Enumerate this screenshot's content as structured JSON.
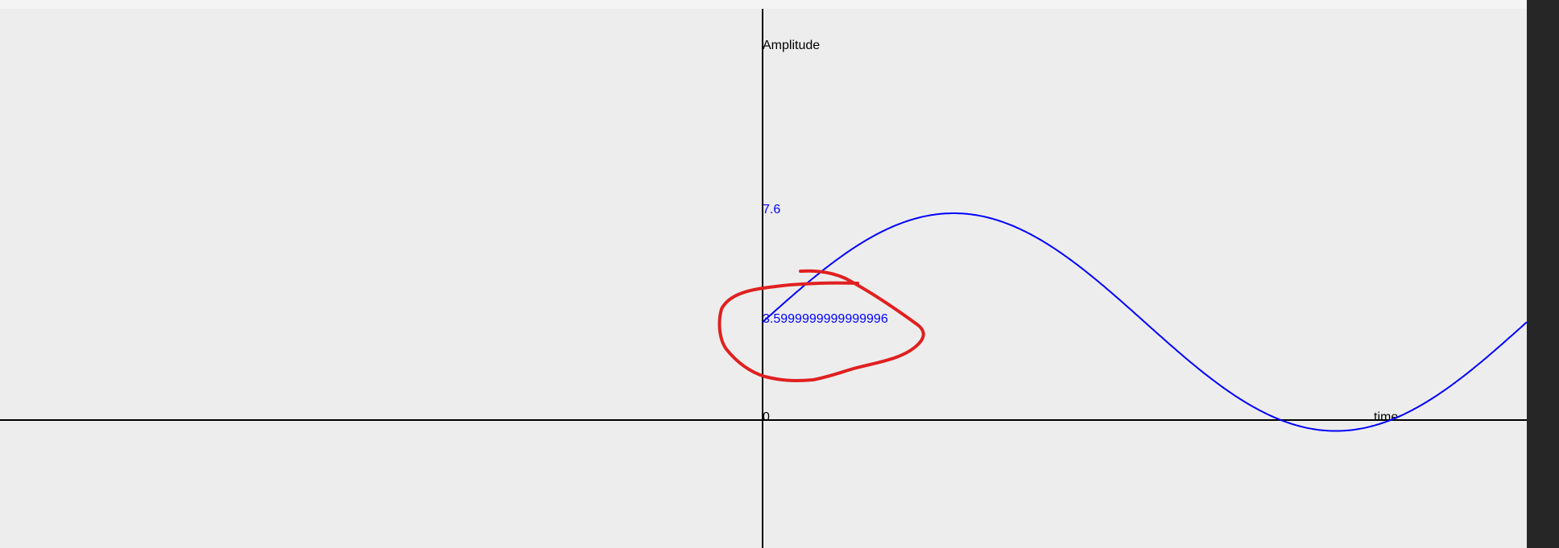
{
  "colors": {
    "background": "#ededed",
    "axis": "#000000",
    "series": "#0000ff",
    "annotation": "#e02020",
    "right_bar": "#262626"
  },
  "chart_data": {
    "type": "line",
    "ylabel": "Amplitude",
    "xlabel": "time",
    "origin_label": "0",
    "y_tick_labels": [
      "7.6",
      "3.5999999999999996"
    ],
    "grid": false,
    "series": [
      {
        "color": "#0000ff",
        "x_start": 0,
        "x_end": 1,
        "baseline": 3.6,
        "amplitude": 4.0,
        "cycles": 1,
        "description_values": [
          [
            0.0,
            3.6
          ],
          [
            0.25,
            7.6
          ],
          [
            0.5,
            3.6
          ]
        ]
      }
    ],
    "annotation": "hand-drawn red circle around the 3.5999999999999996 label"
  }
}
